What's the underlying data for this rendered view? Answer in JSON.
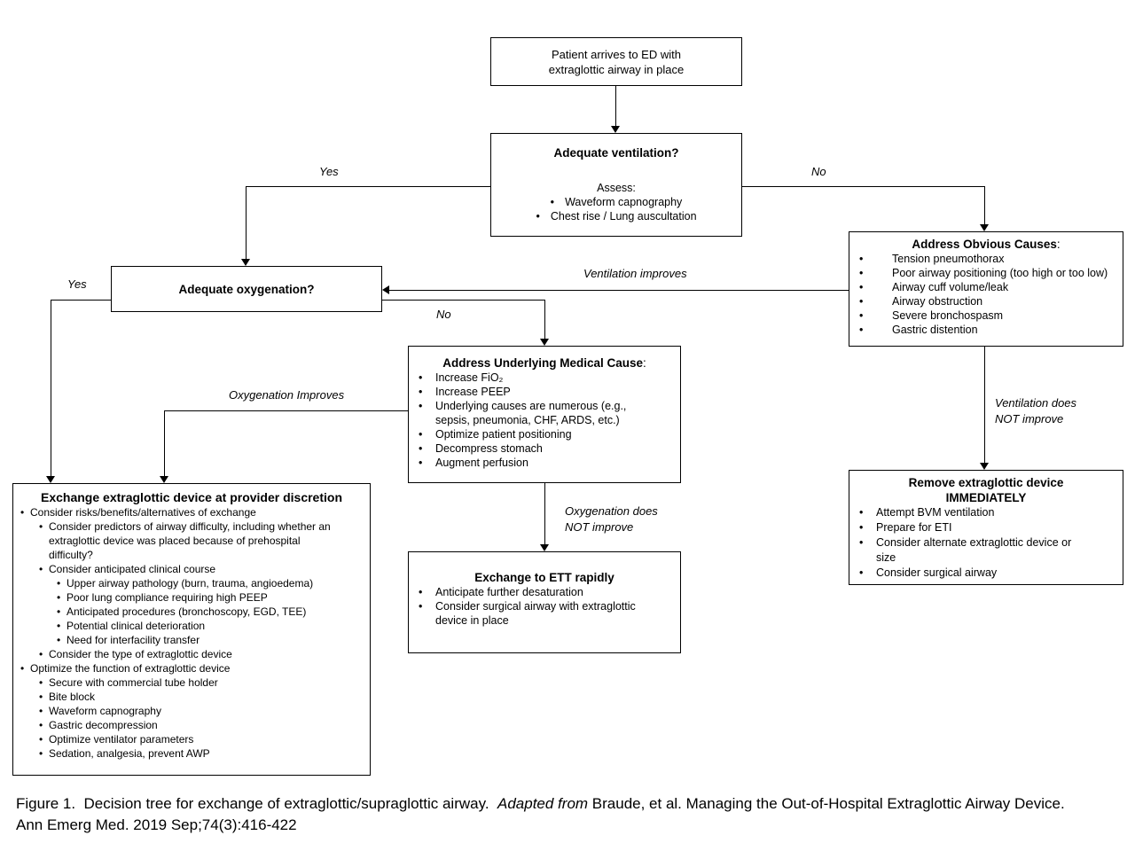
{
  "nodes": {
    "patient": {
      "text": "Patient arrives to ED with\nextraglottic airway in place"
    },
    "ventilation": {
      "title": "Adequate ventilation?",
      "subtitle": "Assess:",
      "bullets": [
        "Waveform capnography",
        "Chest rise / Lung auscultation"
      ]
    },
    "oxygenation": {
      "title": "Adequate oxygenation?"
    },
    "obvious": {
      "title": "Address Obvious Causes",
      "title_suffix": ":",
      "bullets": [
        "Tension pneumothorax",
        "Poor airway positioning (too high or too low)",
        "Airway cuff volume/leak",
        "Airway obstruction",
        "Severe bronchospasm",
        "Gastric distention"
      ]
    },
    "underlying": {
      "title": "Address Underlying Medical Cause",
      "title_suffix": ":",
      "bullets": [
        "Increase FiO₂",
        "Increase PEEP",
        "Underlying causes are numerous (e.g.,\nsepsis, pneumonia, CHF, ARDS, etc.)",
        "Optimize patient positioning",
        "Decompress stomach",
        "Augment perfusion"
      ]
    },
    "remove": {
      "title": "Remove extraglottic device\nIMMEDIATELY",
      "bullets": [
        "Attempt BVM ventilation",
        "Prepare for ETI",
        "Consider alternate extraglottic device or\nsize",
        "Consider surgical airway"
      ]
    },
    "ett": {
      "title": "Exchange to ETT rapidly",
      "bullets": [
        "Anticipate further desaturation",
        "Consider surgical airway with extraglottic\ndevice in place"
      ]
    },
    "exchange": {
      "title": "Exchange extraglottic device at provider discretion",
      "items": [
        {
          "level": 1,
          "text": "Consider risks/benefits/alternatives of exchange"
        },
        {
          "level": 2,
          "text": "Consider predictors of airway difficulty, including whether an\nextraglottic device was placed because of prehospital\ndifficulty?"
        },
        {
          "level": 2,
          "text": "Consider anticipated clinical course"
        },
        {
          "level": 3,
          "text": "Upper airway pathology (burn, trauma, angioedema)"
        },
        {
          "level": 3,
          "text": "Poor lung compliance requiring high PEEP"
        },
        {
          "level": 3,
          "text": "Anticipated procedures (bronchoscopy, EGD, TEE)"
        },
        {
          "level": 3,
          "text": "Potential clinical deterioration"
        },
        {
          "level": 3,
          "text": "Need for interfacility transfer"
        },
        {
          "level": 2,
          "text": "Consider the type of extraglottic device"
        },
        {
          "level": 1,
          "text": "Optimize the function of extraglottic device"
        },
        {
          "level": 2,
          "text": "Secure with commercial tube holder"
        },
        {
          "level": 2,
          "text": "Bite block"
        },
        {
          "level": 2,
          "text": "Waveform capnography"
        },
        {
          "level": 2,
          "text": "Gastric decompression"
        },
        {
          "level": 2,
          "text": "Optimize ventilator parameters"
        },
        {
          "level": 2,
          "text": "Sedation, analgesia, prevent AWP"
        }
      ]
    }
  },
  "labels": {
    "yes_top": "Yes",
    "no_top": "No",
    "ventilation_improves": "Ventilation improves",
    "no_oxygenation": "No",
    "yes_oxygenation": "Yes",
    "oxygenation_improves": "Oxygenation Improves",
    "ventilation_not_improve": "Ventilation does\nNOT improve",
    "oxygenation_not_improve": "Oxygenation does\nNOT improve"
  },
  "bullet_char": "•",
  "caption": {
    "line1_part1": "Figure 1.  Decision tree for exchange of extraglottic/supraglottic airway.  ",
    "line1_italic": "Adapted from",
    "line1_part2": " Braude, et al. Managing the Out-of-Hospital Extraglottic Airway Device.",
    "line2": "Ann Emerg Med. 2019 Sep;74(3):416-422"
  }
}
